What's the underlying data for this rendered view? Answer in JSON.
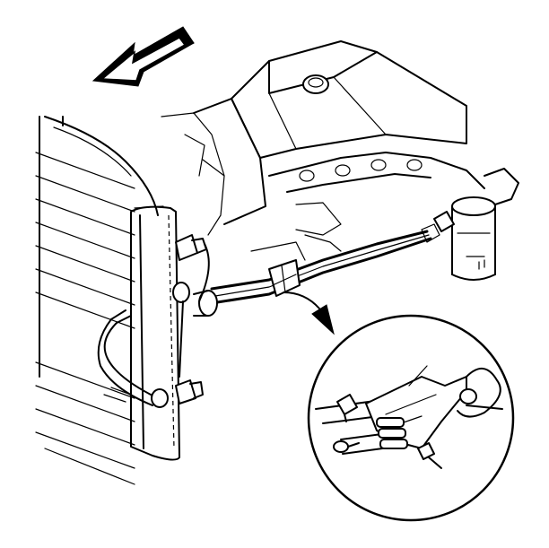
{
  "figure": {
    "type": "line-art technical illustration",
    "background_color": "#ffffff",
    "line_color": "#000000"
  },
  "direction_arrow": {
    "icon": "front-of-vehicle-arrow-icon",
    "direction": "up-left"
  },
  "detail_view": {
    "icon": "magnifier-callout-circle",
    "shape": "circle"
  },
  "callout_arrow": {
    "icon": "curved-pointer-arrow-icon"
  }
}
